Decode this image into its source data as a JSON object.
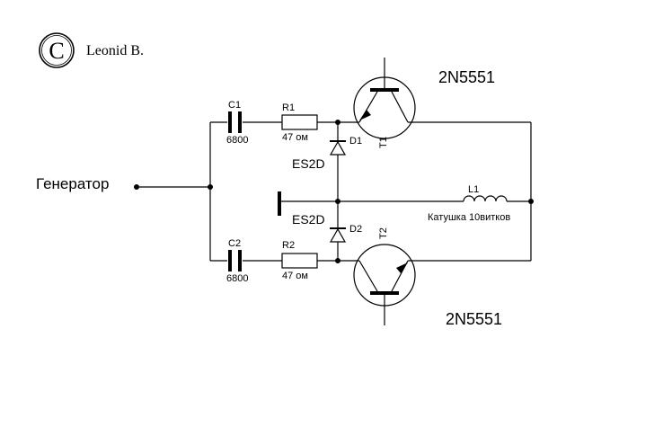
{
  "copyright": {
    "symbol": "C",
    "author": "Leonid B."
  },
  "generator": {
    "label": "Генератор"
  },
  "capacitors": [
    {
      "ref": "C1",
      "value": "6800"
    },
    {
      "ref": "C2",
      "value": "6800"
    }
  ],
  "resistors": [
    {
      "ref": "R1",
      "value": "47 ом"
    },
    {
      "ref": "R2",
      "value": "47 ом"
    }
  ],
  "diodes": [
    {
      "ref": "D1",
      "part": "ES2D"
    },
    {
      "ref": "D2",
      "part": "ES2D"
    }
  ],
  "transistors": [
    {
      "ref": "T1",
      "part": "2N5551"
    },
    {
      "ref": "T2",
      "part": "2N5551"
    }
  ],
  "coil": {
    "ref": "L1",
    "desc": "Катушка 10витков"
  }
}
